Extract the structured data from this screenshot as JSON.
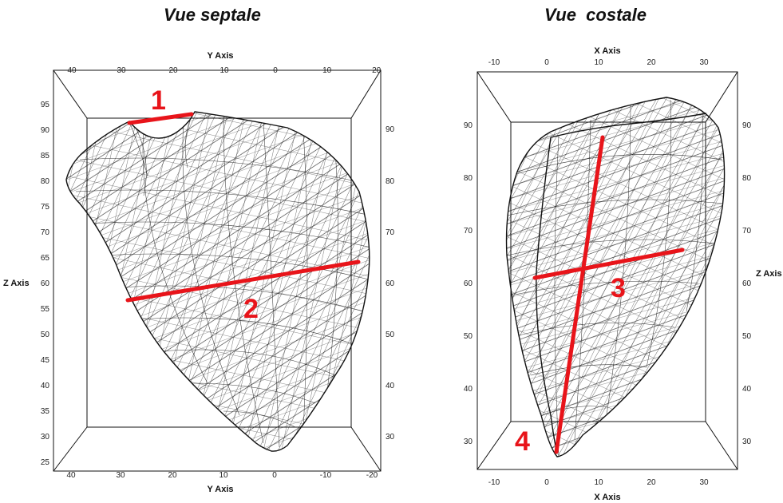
{
  "views": [
    {
      "title": "Vue septale",
      "top_axis_label": "Y Axis",
      "bottom_axis_label": "Y Axis",
      "side_axis_label": "Z Axis",
      "horizontal_ticks": [
        "40",
        "30",
        "20",
        "10",
        "0",
        "-10",
        "-20"
      ],
      "left_ticks": [
        "95",
        "90",
        "85",
        "80",
        "75",
        "70",
        "65",
        "60",
        "55",
        "50",
        "45",
        "40",
        "35",
        "30",
        "25"
      ],
      "right_ticks": [
        "90",
        "80",
        "70",
        "60",
        "50",
        "40",
        "30"
      ],
      "markers": [
        "1",
        "2"
      ]
    },
    {
      "title": "Vue  costale",
      "top_axis_label": "X Axis",
      "bottom_axis_label": "X Axis",
      "side_axis_label": "Z Axis",
      "horizontal_ticks": [
        "-10",
        "0",
        "10",
        "20",
        "30"
      ],
      "left_ticks": [
        "90",
        "80",
        "70",
        "60",
        "50",
        "40",
        "30"
      ],
      "right_ticks": [
        "90",
        "80",
        "70",
        "60",
        "50",
        "40",
        "30"
      ],
      "markers": [
        "3",
        "4"
      ]
    }
  ],
  "colors": {
    "measure": "#e8141a",
    "mesh": "#1a1a1a",
    "background": "#ffffff"
  }
}
